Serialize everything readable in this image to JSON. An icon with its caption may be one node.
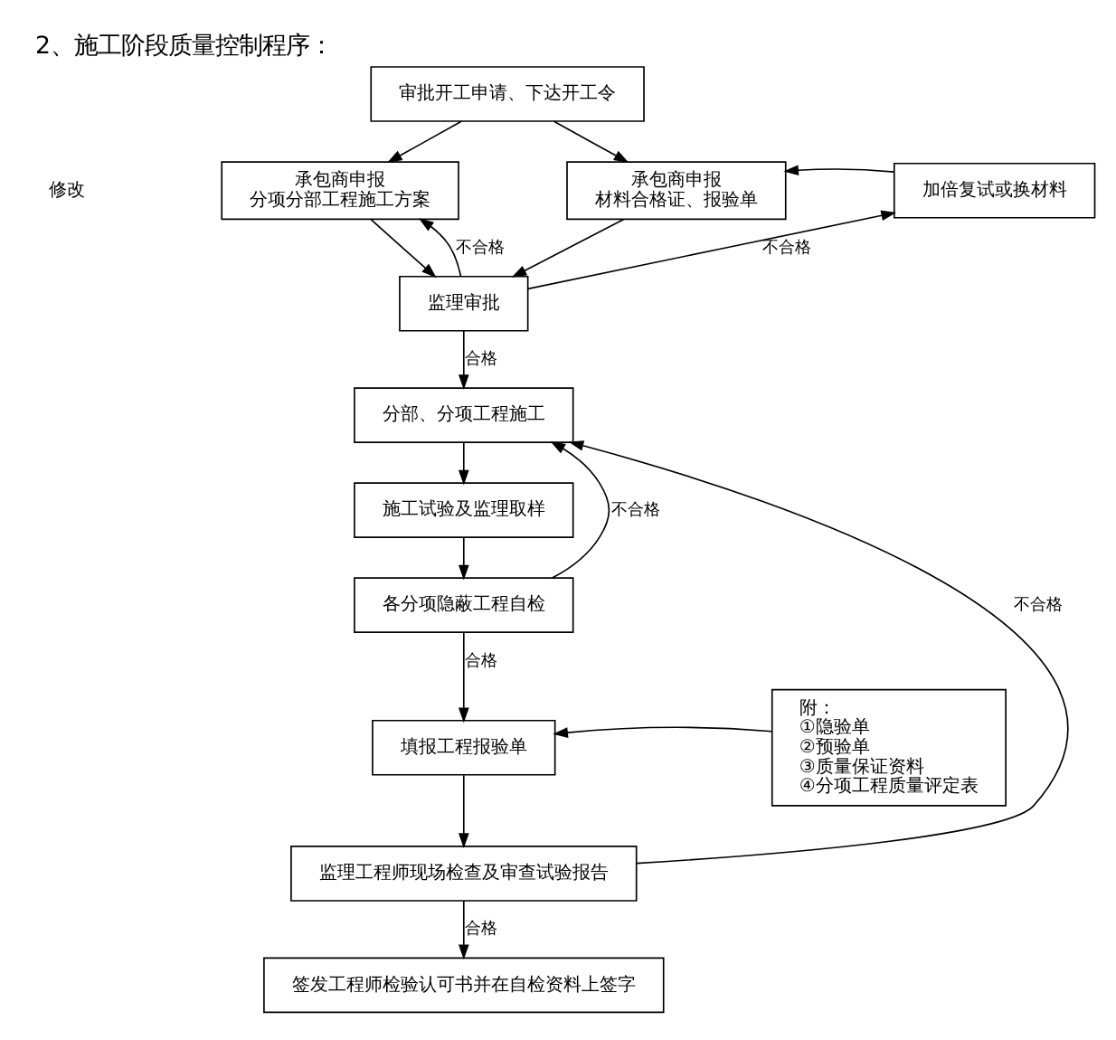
{
  "diagram": {
    "title": "2、施工阶段质量控制程序：",
    "nodes": [
      {
        "text": [
          "审批开工申请、下达开工令"
        ]
      },
      {
        "text": [
          "承包商申报",
          "分项分部工程施工方案"
        ]
      },
      {
        "text": [
          "承包商申报",
          "材料合格证、报验单"
        ]
      },
      {
        "text": [
          "加倍复试或换材料"
        ]
      },
      {
        "text": [
          "监理审批"
        ]
      },
      {
        "text": [
          "分部、分项工程施工"
        ]
      },
      {
        "text": [
          "施工试验及监理取样"
        ]
      },
      {
        "text": [
          "各分项隐蔽工程自检"
        ]
      },
      {
        "text": [
          "填报工程报验单"
        ]
      },
      {
        "text": [
          "监理工程师现场检查及审查试验报告"
        ]
      },
      {
        "text": [
          "签发工程师检验认可书并在自检资料上签字"
        ]
      },
      {
        "text": [
          "附：",
          "①隐验单",
          "②预验单",
          "③质量保证资料",
          "④分项工程质量评定表"
        ]
      }
    ],
    "edges": [
      {
        "from": 0,
        "to": 1,
        "arrow": "to"
      },
      {
        "from": 0,
        "to": 2,
        "arrow": "to"
      },
      {
        "from": 1,
        "to": 4,
        "arrow": "to"
      },
      {
        "from": 2,
        "to": 4,
        "arrow": "to"
      },
      {
        "from": 3,
        "to": 2,
        "arrow": "to"
      },
      {
        "from": 4,
        "to": 3,
        "label": "不合格",
        "arrow": "to"
      },
      {
        "from": 4,
        "to": 1,
        "label": "不合格",
        "arrow": "to"
      },
      {
        "from": 4,
        "to": 5,
        "label": "合格",
        "arrow": "to"
      },
      {
        "from": 5,
        "to": 6,
        "arrow": "to"
      },
      {
        "from": 6,
        "to": 7,
        "arrow": "to"
      },
      {
        "from": 7,
        "to": 5,
        "label": "不合格",
        "arrow": "to"
      },
      {
        "from": 7,
        "to": 8,
        "label": "合格",
        "arrow": "to"
      },
      {
        "from": 11,
        "to": 8,
        "arrow": "to"
      },
      {
        "from": 8,
        "to": 9,
        "arrow": "to"
      },
      {
        "from": 9,
        "to": 5,
        "label": "不合格",
        "arrow": "to"
      },
      {
        "from": 9,
        "to": 10,
        "label": "合格",
        "arrow": "to"
      }
    ],
    "labels": [
      "修改"
    ]
  }
}
